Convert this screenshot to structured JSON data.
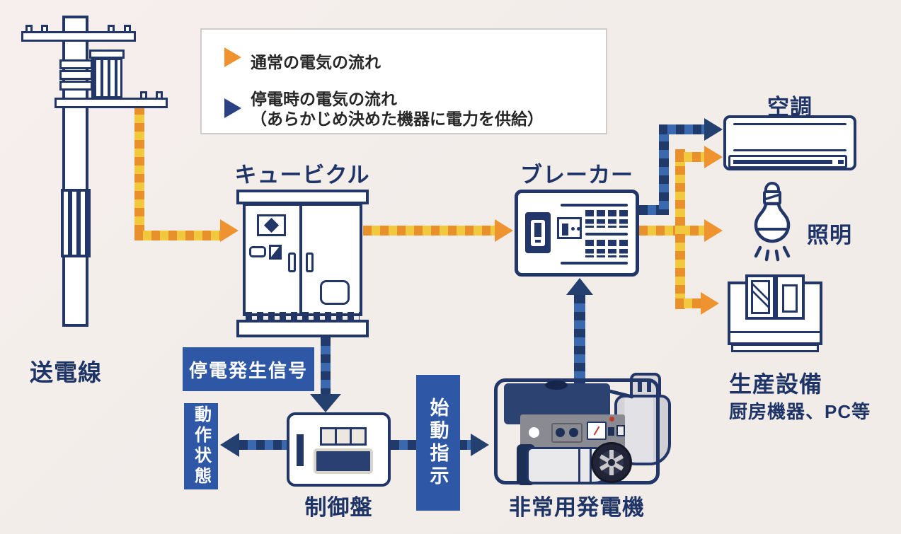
{
  "legend": {
    "normal_flow": "通常の電気の流れ",
    "outage_flow_line1": "停電時の電気の流れ",
    "outage_flow_line2": "（あらかじめ決めた機器に電力を供給）"
  },
  "labels": {
    "transmission_line": "送電線",
    "cubicle": "キュービクル",
    "breaker": "ブレーカー",
    "aircon": "空調",
    "lighting": "照明",
    "production_equipment": "生産設備",
    "production_equipment_sub": "厨房機器、PC等",
    "control_panel": "制御盤",
    "generator": "非常用発電機"
  },
  "signal_boxes": {
    "outage_signal": "停電発生信号",
    "operation_status": "動作状態",
    "start_command": "始動指示"
  },
  "icons": {
    "utility_pole": "utility-pole-icon",
    "cubicle": "cubicle-cabinet-icon",
    "breaker": "breaker-panel-icon",
    "aircon": "air-conditioner-icon",
    "lighting": "light-bulb-icon",
    "production": "machine-tool-icon",
    "control_panel": "control-panel-icon",
    "generator": "generator-icon",
    "gas_cylinder": "gas-cylinder-icon",
    "normal_flow_arrow": "orange-right-arrow-icon",
    "outage_flow_arrow": "navy-right-arrow-icon"
  },
  "colors": {
    "background": "#f2ede9",
    "outline_navy": "#223768",
    "label_navy": "#1f3466",
    "signal_box_blue": "#2e57a6",
    "normal_flow_orange": "#e8912c",
    "normal_flow_yellow": "#f2c83e",
    "normal_flow_arrowhead": "#ee9330",
    "outage_flow_dark": "#203a6b",
    "outage_flow_light": "#3a69b0",
    "outage_flow_arrowhead": "#24406f",
    "panel_gray": "#8a8a92",
    "legend_text": "#262626"
  }
}
